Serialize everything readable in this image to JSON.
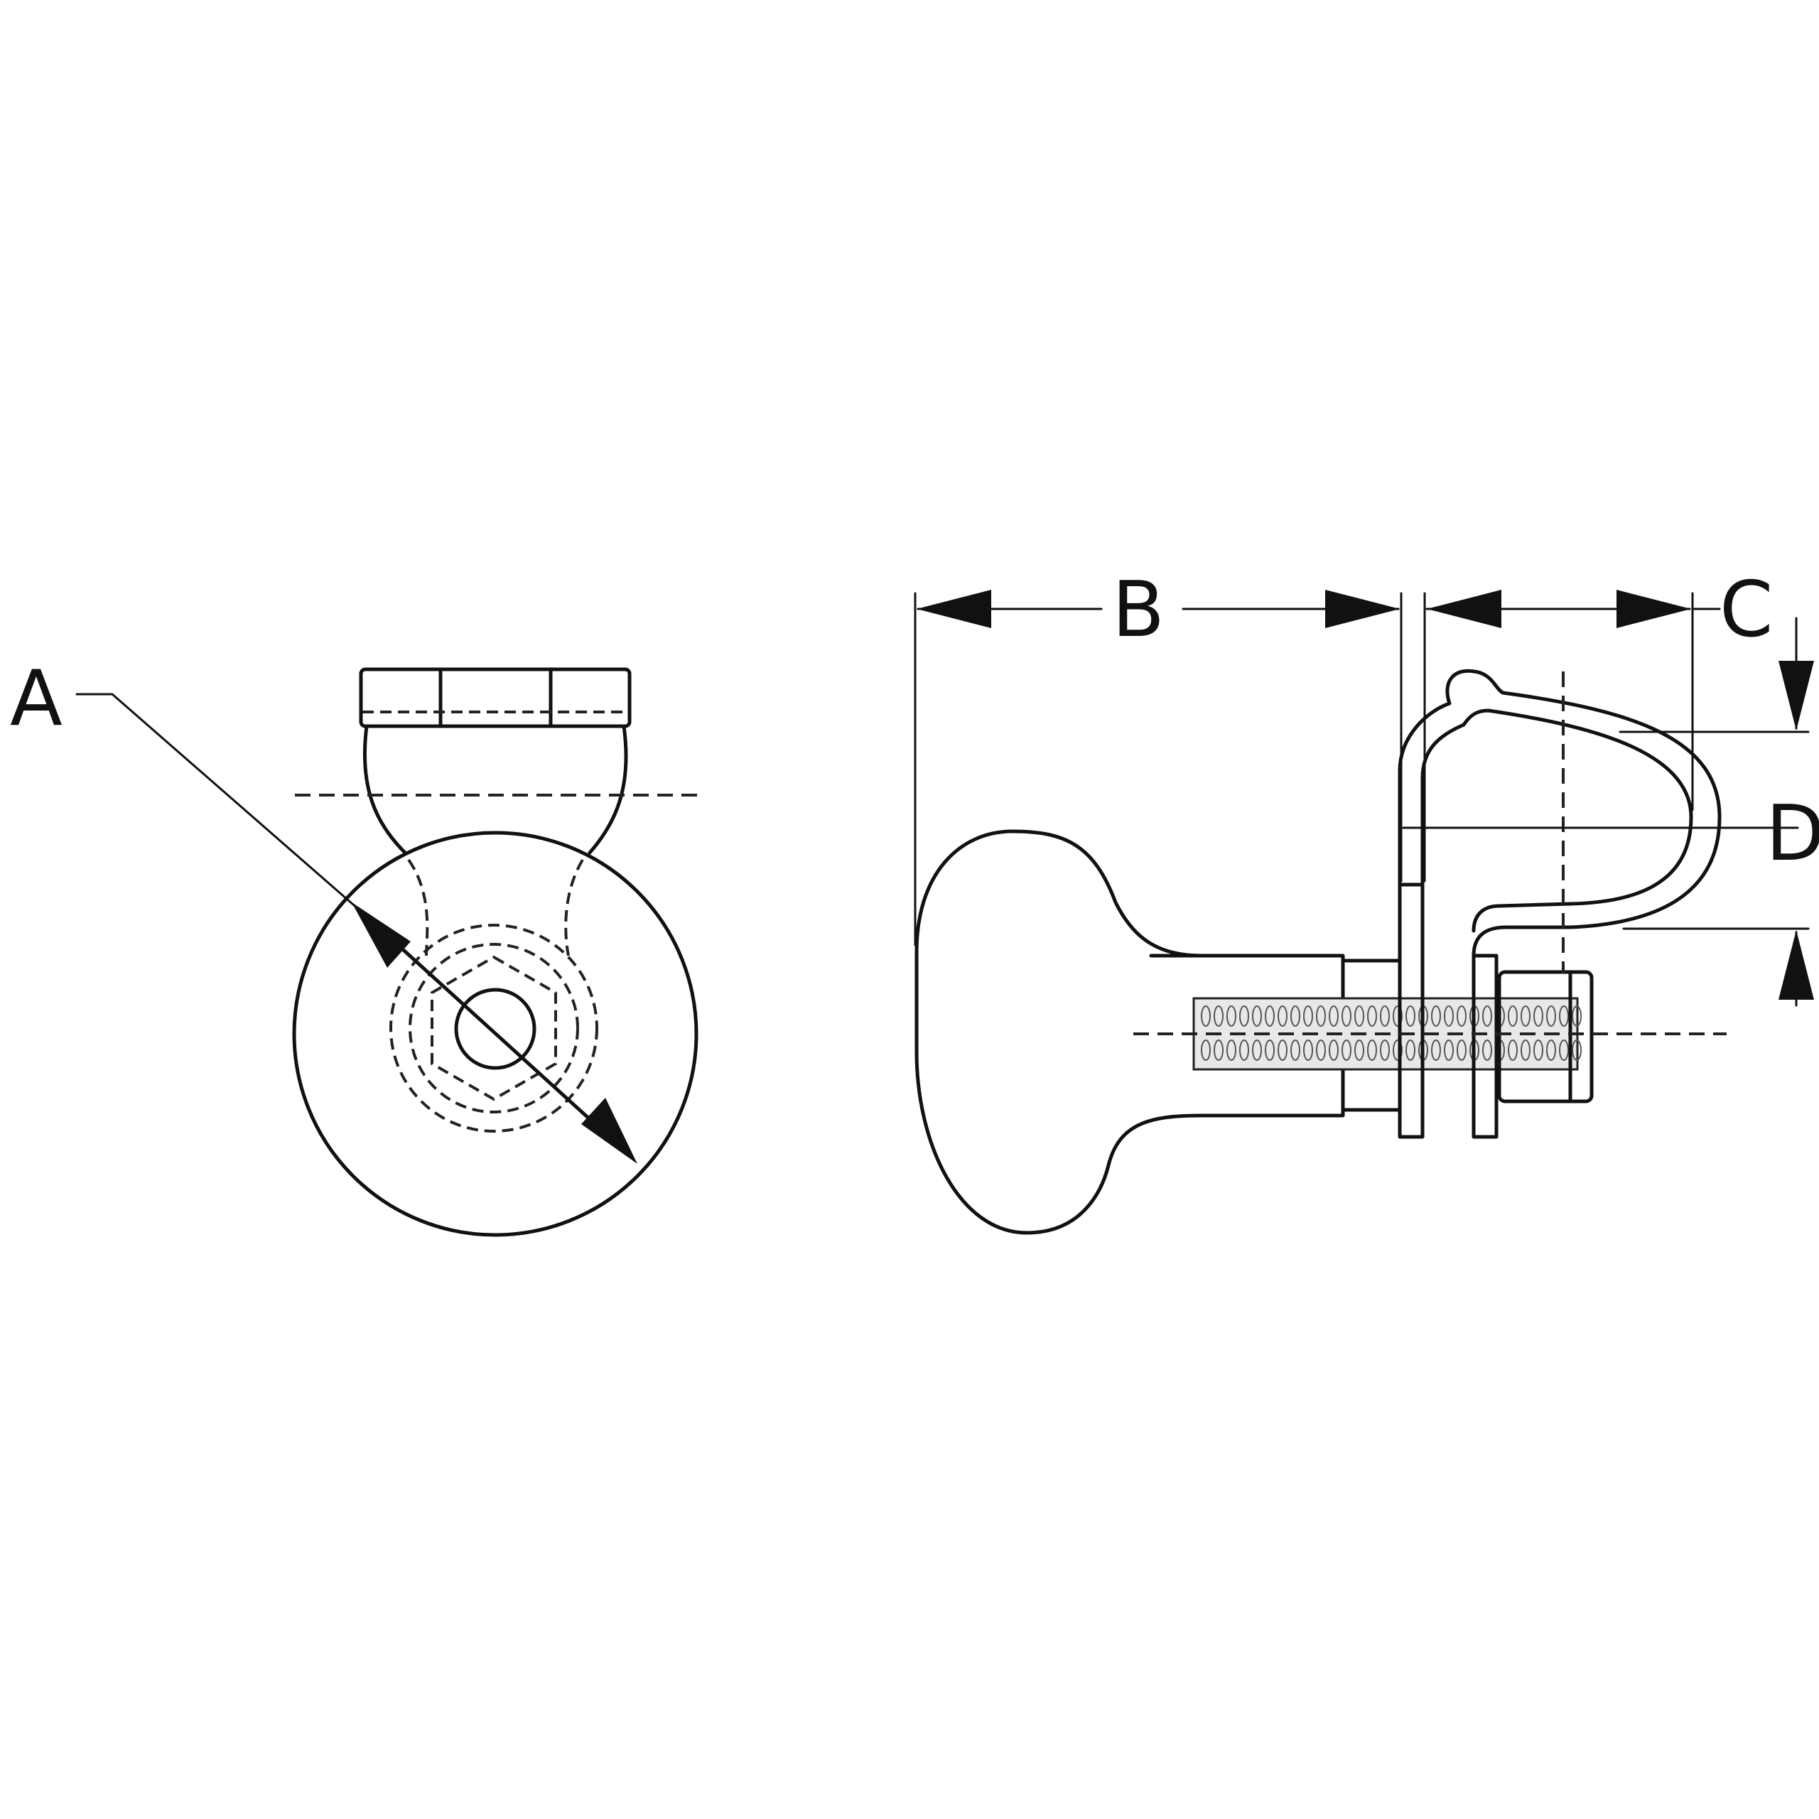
{
  "labels": {
    "a": "A",
    "b": "B",
    "c": "C",
    "d": "D"
  },
  "colors": {
    "line": "#111111",
    "background": "#ffffff",
    "thread_fill": "#e8e8e8"
  }
}
